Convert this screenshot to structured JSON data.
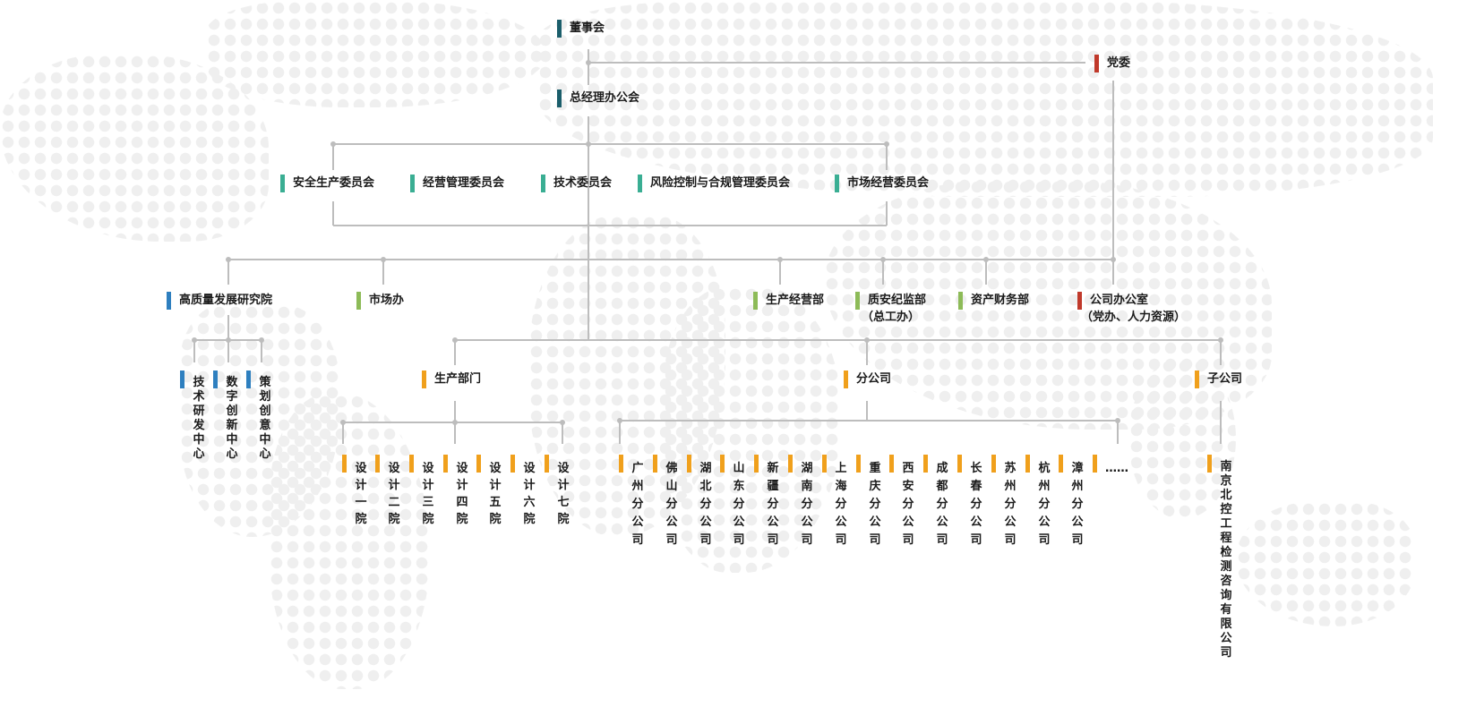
{
  "colors": {
    "board": "#1b5e6b",
    "party": "#c0392b",
    "committee": "#3aae93",
    "institute": "#2e7fbf",
    "department": "#8dbb58",
    "production": "#f0a01c",
    "line": "#bdbdbd"
  },
  "top": {
    "board": "董事会",
    "party": "党委",
    "gm_office": "总经理办公会"
  },
  "committees": [
    "安全生产委员会",
    "经营管理委员会",
    "技术委员会",
    "风险控制与合规管理委员会",
    "市场经营委员会"
  ],
  "departments": {
    "institute": "高质量发展研究院",
    "market_office": "市场办",
    "production_ops": "生产经营部",
    "quality": {
      "line1": "质安纪监部",
      "line2": "（总工办）"
    },
    "finance": "资产财务部",
    "company_office": {
      "line1": "公司办公室",
      "line2": "（党办、人力资源）"
    }
  },
  "institute_centers": [
    "技术研发中心",
    "数字创新中心",
    "策划创意中心"
  ],
  "groups": {
    "production": "生产部门",
    "branches": "分公司",
    "subsidiaries": "子公司"
  },
  "design_institutes": [
    "设计一院",
    "设计二院",
    "设计三院",
    "设计四院",
    "设计五院",
    "设计六院",
    "设计七院"
  ],
  "branches": [
    "广州分公司",
    "佛山分公司",
    "湖北分公司",
    "山东分公司",
    "新疆分公司",
    "湖南分公司",
    "上海分公司",
    "重庆分公司",
    "西安分公司",
    "成都分公司",
    "长春分公司",
    "苏州分公司",
    "杭州分公司",
    "漳州分公司",
    "……"
  ],
  "subsidiaries": [
    "南京北控工程检测咨询有限公司"
  ]
}
